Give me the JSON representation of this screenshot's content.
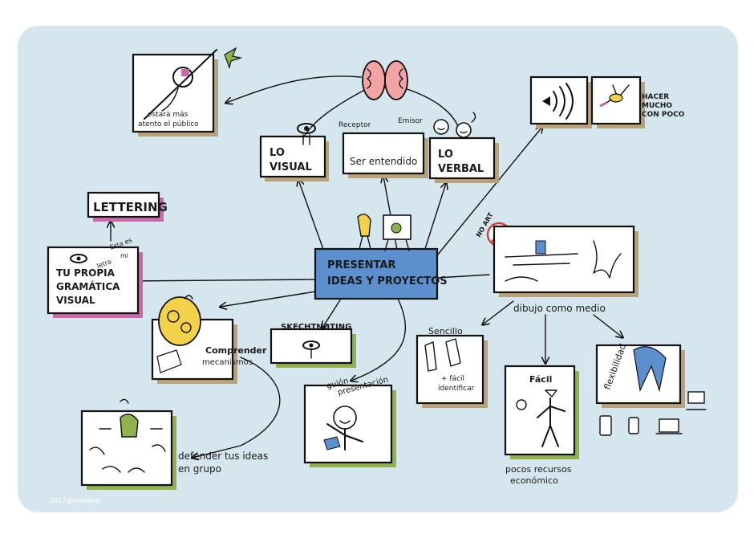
{
  "colors": {
    "background": "#d6e6ef",
    "central": "#5b8fce",
    "tan": "#b9a27a",
    "green": "#8fb24c",
    "pink": "#c96aa8",
    "yellow": "#f3d24a"
  },
  "center": {
    "line1": "PRESENTAR",
    "line2": "IDEAS Y PROYECTOS"
  },
  "visual": {
    "line1": "LO",
    "line2": "VISUAL"
  },
  "entendido": {
    "label": "Ser entendido",
    "receptor": "Receptor",
    "emisor": "Emisor"
  },
  "verbal": {
    "line1": "LO",
    "line2": "VERBAL"
  },
  "publico": {
    "line1": "estarà más",
    "line2": "atento el público"
  },
  "hacer": {
    "line1": "HACER",
    "line2": "MUCHO",
    "line3": "CON POCO"
  },
  "lettering": {
    "label": "LETTERING"
  },
  "gramatica": {
    "line1": "TU PROPIA",
    "line2": "GRAMÁTICA",
    "line3": "VISUAL",
    "note1": "Esta es",
    "note2": "mi",
    "note3": "letra"
  },
  "noart": {
    "label": "NO ART"
  },
  "dibujo": {
    "label": "dibujo como medio"
  },
  "mecanismos": {
    "line1": "Comprender",
    "line2": "mecanismos"
  },
  "sketch": {
    "label": "SKECHTNOTING"
  },
  "sencillo": {
    "title": "Sencillo",
    "line1": "+ fácil",
    "line2": "identificar"
  },
  "facil": {
    "title": "Fácil",
    "line1": "pocos recursos",
    "line2": "económico"
  },
  "flex": {
    "title": "flexibilidad"
  },
  "guion": {
    "line1": "guión",
    "line2": "presentación"
  },
  "defender": {
    "line1": "defender tus ideas",
    "line2": "en grupo"
  },
  "footer": {
    "copyright": "2017@anaideas"
  }
}
